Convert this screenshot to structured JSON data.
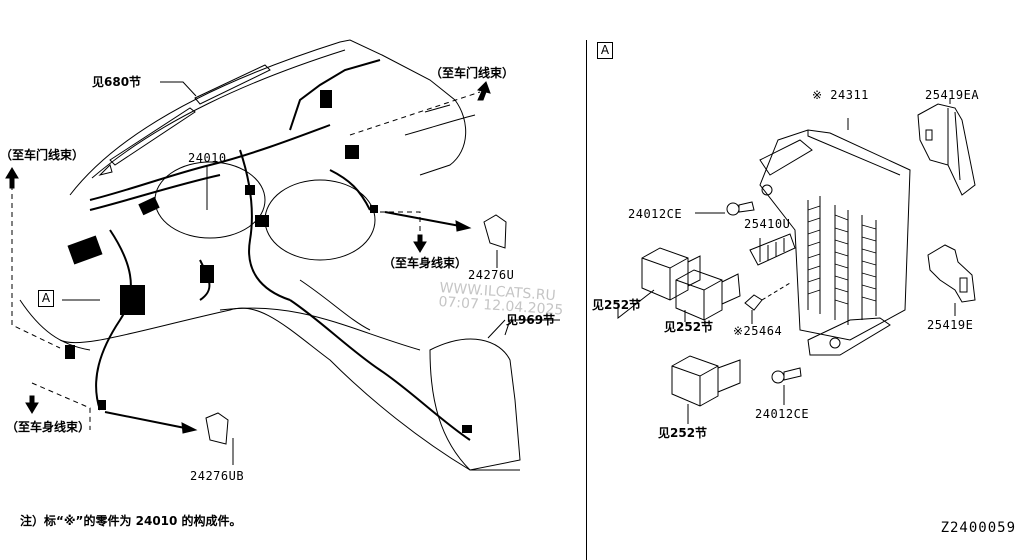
{
  "diagram": {
    "drawing_number": "Z2400059",
    "note": "注）标“※”的零件为 24010 的构成件。",
    "watermark": {
      "line1": "WWW.ILCATS.RU",
      "line2": "07:07 12.04.2025"
    },
    "left_view": {
      "callout_box": "A",
      "labels": {
        "see_680": "见680节",
        "to_door_harness_top_right": "（至车门线束）",
        "to_door_harness_left": "（至车门线束）",
        "part_24010": "24010",
        "to_body_harness_mid": "（至车身线束）",
        "part_24276U": "24276U",
        "see_969": "见969节",
        "to_body_harness_bottom": "（至车身线束）",
        "part_24276UB": "24276UB"
      }
    },
    "detail_view_A": {
      "section_box": "A",
      "labels": {
        "part_24311": "※ 24311",
        "part_25419EA": "25419EA",
        "part_24012CE_top": "24012CE",
        "part_25410U": "25410U",
        "see_252_a": "见252节",
        "see_252_b": "见252节",
        "part_25464": "※25464",
        "part_25419E": "25419E",
        "part_24012CE_bottom": "24012CE",
        "see_252_c": "见252节"
      }
    }
  }
}
